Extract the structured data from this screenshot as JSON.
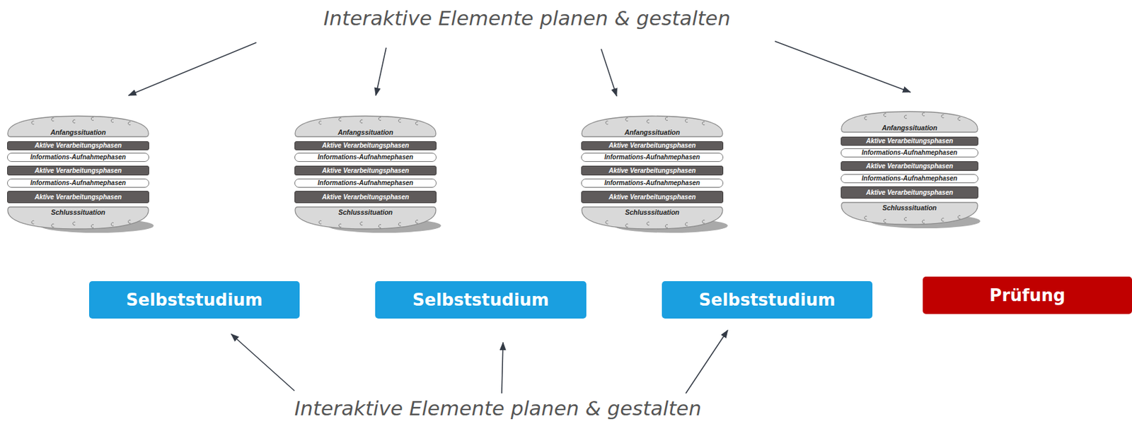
{
  "diagram": {
    "nodes": [
      {
        "text": [
          "Anfangssituation"
        ]
      },
      {
        "text": [
          "Aktive Verarbeitungsphasen"
        ]
      },
      {
        "text": [
          "Informations-Aufnahmephasen"
        ]
      },
      {
        "text": [
          "Aktive Verarbeitungsphasen"
        ]
      },
      {
        "text": [
          "Informations-Aufnahmephasen"
        ]
      },
      {
        "text": [
          "Aktive Verarbeitungsphasen"
        ]
      },
      {
        "text": [
          "Schlusssituation"
        ]
      },
      {
        "text": [
          "Anfangssituation"
        ]
      },
      {
        "text": [
          "Aktive Verarbeitungsphasen"
        ]
      },
      {
        "text": [
          "Informations-Aufnahmephasen"
        ]
      },
      {
        "text": [
          "Aktive Verarbeitungsphasen"
        ]
      },
      {
        "text": [
          "Informations-Aufnahmephasen"
        ]
      },
      {
        "text": [
          "Aktive Verarbeitungsphasen"
        ]
      },
      {
        "text": [
          "Schlusssituation"
        ]
      },
      {
        "text": [
          "Anfangssituation"
        ]
      },
      {
        "text": [
          "Aktive Verarbeitungsphasen"
        ]
      },
      {
        "text": [
          "Informations-Aufnahmephasen"
        ]
      },
      {
        "text": [
          "Aktive Verarbeitungsphasen"
        ]
      },
      {
        "text": [
          "Informations-Aufnahmephasen"
        ]
      },
      {
        "text": [
          "Aktive Verarbeitungsphasen"
        ]
      },
      {
        "text": [
          "Schlusssituation"
        ]
      },
      {
        "text": [
          "Anfangssituation"
        ]
      },
      {
        "text": [
          "Aktive Verarbeitungsphasen"
        ]
      },
      {
        "text": [
          "Informations-Aufnahmephasen"
        ]
      },
      {
        "text": [
          "Aktive Verarbeitungsphasen"
        ]
      },
      {
        "text": [
          "Informations-Aufnahmephasen"
        ]
      },
      {
        "text": [
          "Aktive Verarbeitungsphasen"
        ]
      },
      {
        "text": [
          "Schlusssituation"
        ]
      },
      {
        "text": [
          "Selbststudium"
        ]
      },
      {
        "text": [
          "Selbststudium"
        ]
      },
      {
        "text": [
          "Selbststudium"
        ]
      },
      {
        "text": [
          "Prüfung"
        ]
      }
    ],
    "labels": [
      "Interaktive Elemente planen & gestalten",
      "Interaktive Elemente planen & gestalten"
    ]
  }
}
